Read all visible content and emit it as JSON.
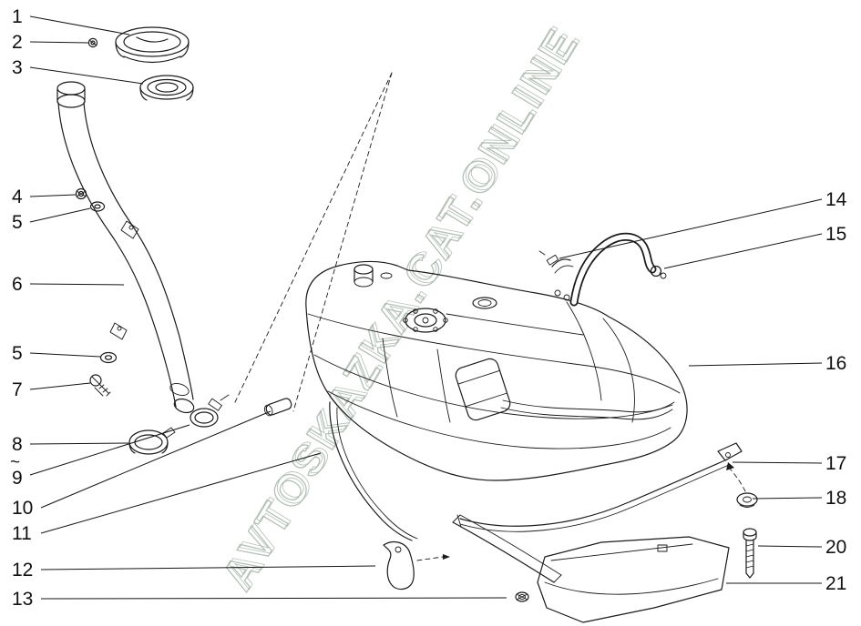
{
  "watermark": {
    "text": "AVTOSKAZKA.CAT.ONLINE",
    "color": "#a9b6aa"
  },
  "line_color": "#1b1b1b",
  "callouts": [
    {
      "label": "1"
    },
    {
      "label": "2"
    },
    {
      "label": "3"
    },
    {
      "label": "4"
    },
    {
      "label": "5"
    },
    {
      "label": "6"
    },
    {
      "label": "5"
    },
    {
      "label": "7"
    },
    {
      "label": "8"
    },
    {
      "label": "9",
      "prefix": "~"
    },
    {
      "label": "10"
    },
    {
      "label": "11"
    },
    {
      "label": "12"
    },
    {
      "label": "13"
    },
    {
      "label": "14"
    },
    {
      "label": "15"
    },
    {
      "label": "16"
    },
    {
      "label": "17"
    },
    {
      "label": "18"
    },
    {
      "label": "20"
    },
    {
      "label": "21"
    }
  ]
}
